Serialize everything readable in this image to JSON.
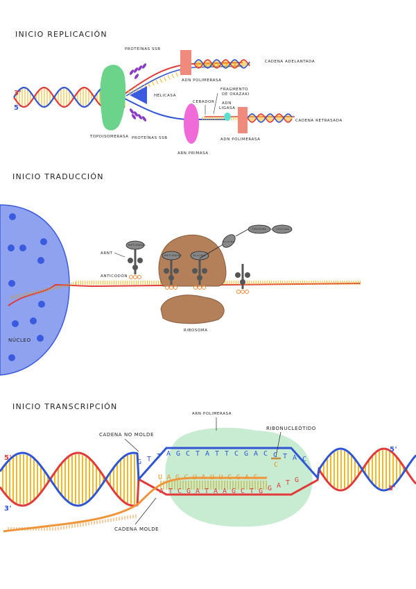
{
  "sections": {
    "replication": {
      "title": "INICIO REPLICACIÓN",
      "labels": {
        "proteins_ssb_top": "PROTEÍNAS SSB",
        "proteins_ssb_bottom": "PROTEÍNAS SSB",
        "topoisomerasa": "TOPOISOMERASA",
        "helicasa": "HELICASA",
        "adn_polimerasa_top": "ADN POLIMERASA",
        "adn_polimerasa_bottom": "ADN POLIMERASA",
        "cadena_adelantada": "CADENA ADELANTADA",
        "cadena_retrasada": "CADENA RETRASADA",
        "fragmento_okazaki_1": "FRAGMENTO",
        "fragmento_okazaki_2": "DE OKAZAKI",
        "cebador": "CEBADOR",
        "adn_ligasa_1": "ADN",
        "adn_ligasa_2": "LIGASA",
        "arn_primasa": "ARN PRIMASA",
        "three_prime": "3'",
        "five_prime": "5'"
      }
    },
    "translation": {
      "title": "INICIO TRADUCCIÓN",
      "labels": {
        "arnt": "ARNt",
        "anticodon": "ANTICODÓN",
        "nucleo": "NÚCLEO",
        "ribosoma": "RIBOSOMA",
        "aa_free": "METIONINA",
        "aa_site_1": "METIONINA",
        "aa_site_2": "GLICINA",
        "aa_chain_1": "GLICINA",
        "aa_chain_2": "TIROSINA",
        "aa_chain_3": "LEUCINA"
      }
    },
    "transcription": {
      "title": "INICIO TRANSCRIPCIÓN",
      "labels": {
        "arn_polimerasa": "ARN POLIMERASA",
        "cadena_no_molde": "CADENA NO MOLDE",
        "ribonucleotido": "RIBONUCLEÓTIDO",
        "cadena_molde": "CADENA MOLDE",
        "five_prime_left": "5'",
        "three_prime_left": "3'",
        "five_prime_right": "5'",
        "three_prime_right": "3'"
      },
      "seq_non_template": [
        "G",
        "T",
        "T",
        "A",
        "G",
        "C",
        "T",
        "A",
        "T",
        "T",
        "C",
        "G",
        "A",
        "C",
        "C",
        "T",
        "A",
        "C"
      ],
      "seq_rna": [
        "U",
        "A",
        "G",
        "C",
        "U",
        "A",
        "U",
        "U",
        "C",
        "G",
        "A",
        "C"
      ],
      "seq_template": [
        "A",
        "T",
        "C",
        "G",
        "A",
        "T",
        "A",
        "A",
        "G",
        "C",
        "T",
        "G",
        "G",
        "A",
        "T",
        "G"
      ],
      "rna_free_nucleotide": "C"
    }
  },
  "colors": {
    "red_strand": "#e03a3a",
    "blue_strand": "#2f55d4",
    "yellow_rung": "#f2b820",
    "orange_strand": "#f0943a",
    "topoisomerasa": "#6bd48a",
    "helicasa": "#3a5ae0",
    "ssb": "#8a3cc4",
    "adn_pol": "#ef8a7c",
    "arn_primasa": "#f06ad8",
    "ligasa": "#5ee0d0",
    "nucleus": "#8ea2f0",
    "nucleus_dot": "#3a5ae0",
    "ribosome": "#b3805a",
    "trna": "#555555",
    "anticodon": "#f08a3a",
    "rna_pol": "#c8ecd2",
    "rna_letters": "#e8942a"
  }
}
